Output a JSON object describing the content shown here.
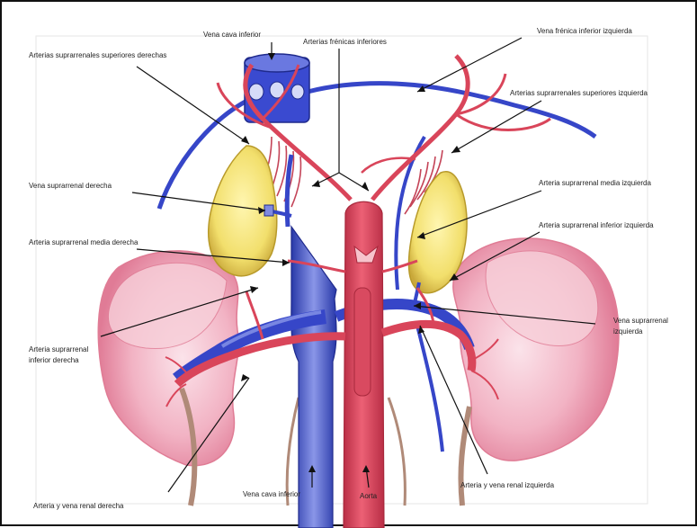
{
  "labels": {
    "vena_cava_inferior_top": "Vena cava inferior",
    "arterias_frenicas_inferiores": "Arterias frénicas inferiores",
    "vena_frenica_inferior_izquierda": "Vena frénica inferior izquierda",
    "arterias_suprarrenales_superiores_derechas": "Arterias suprarrenales superiores derechas",
    "arterias_suprarrenales_superiores_izquierda": "Arterias suprarrenales superiores izquierda",
    "vena_suprarrenal_derecha": "Vena suprarrenal derecha",
    "arteria_suprarrenal_media_izquierda": "Arteria suprarrenal media izquierda",
    "arteria_suprarrenal_media_derecha": "Arteria suprarrenal media derecha",
    "arteria_suprarrenal_inferior_izquierda": "Arteria suprarrenal inferior izquierda",
    "vena_suprarrenal_izquierda_1": "Vena suprarrenal",
    "vena_suprarrenal_izquierda_2": "izquierda",
    "arteria_suprarrenal_inferior_derecha_1": "Arteria suprarrenal",
    "arteria_suprarrenal_inferior_derecha_2": "inferior derecha",
    "arteria_vena_renal_izquierda": "Arteria y vena renal izquierda",
    "arteria_vena_renal_derecha": "Arteria y vena renal derecha",
    "vena_cava_inferior_bottom": "Vena cava inferior",
    "aorta": "Aorta"
  },
  "colors": {
    "artery": "#d9455a",
    "artery_dark": "#a8283c",
    "vein": "#3646c8",
    "vein_dark": "#1f2a8c",
    "gland": "#f3e37a",
    "gland_edge": "#b89a2a",
    "kidney": "#f2b8c6",
    "kidney_dark": "#e07c95",
    "ureter": "#b08a78"
  }
}
